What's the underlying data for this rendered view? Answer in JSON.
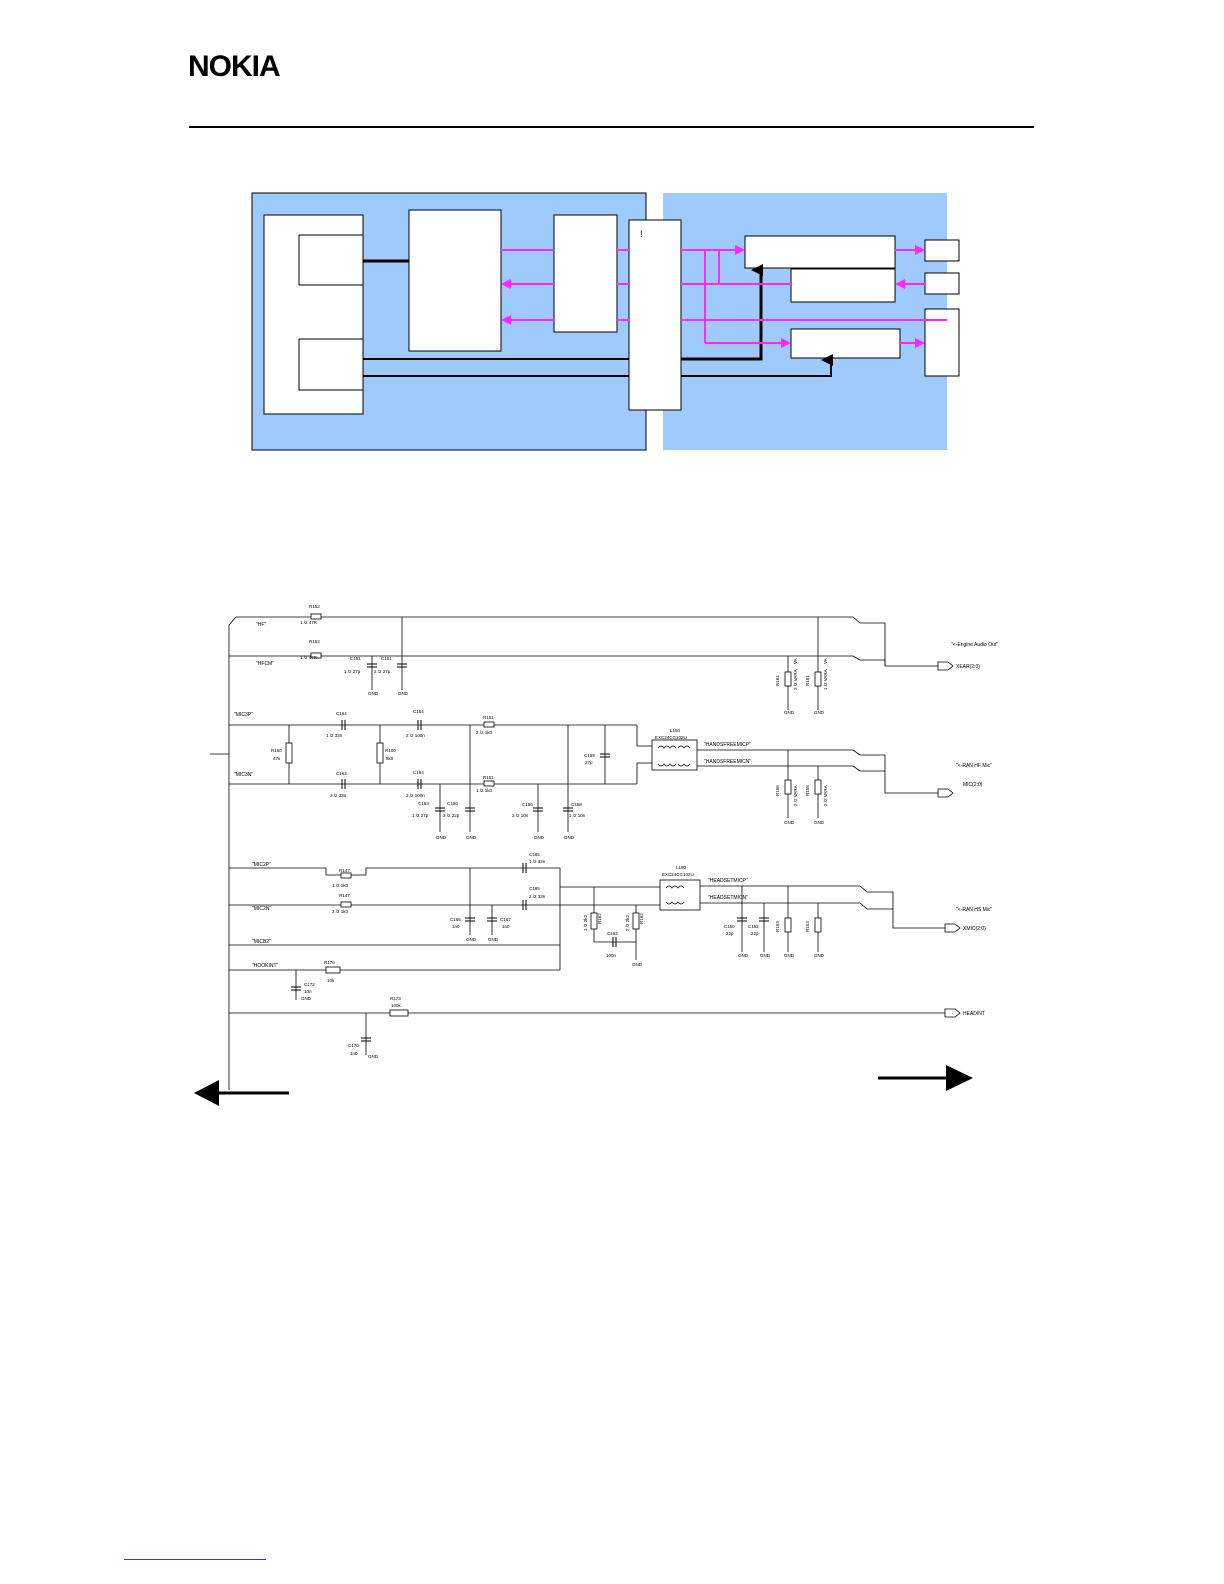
{
  "header": {
    "logo_text": "NOKIA"
  },
  "colors": {
    "panel_blue": "#9ecbfb",
    "signal_magenta": "#ff26ff",
    "wire_black": "#000000",
    "footer_link": "#2b3fd6"
  },
  "block_diagram": {
    "mux_label": "!"
  },
  "schematic": {
    "nets": {
      "hf": "\"HF\"",
      "hfcm": "\"HFCM\"",
      "mic3p": "\"MIC3P\"",
      "mic3n": "\"MIC3N\"",
      "mic2p": "\"MIC2P\"",
      "mic2n": "\"MIC2N\"",
      "micb2": "\"MICB2\"",
      "hookint": "\"HOOKINT\"",
      "handsfreemicp": "\"HANDSFREEMICP\"",
      "handsfreemicn": "\"HANDSFREEMICN\"",
      "headsetmicp": "\"HEADSETMICP\"",
      "headsetmicn": "\"HEADSETMICN\""
    },
    "ports": {
      "engine_audio_out": "\"<-Engine Audio Out\"",
      "xear": "XEAR(2:0)",
      "rah_hf_mic": "\"<-RAN HF Mic\"",
      "mic_2_0": "MIC(2:0)",
      "rah_hs_mic": "\"<-RAN HS Mic\"",
      "xmic_2_0": "XMIC(2:0)",
      "headint": "HEADINT"
    },
    "parts": {
      "r152_a": "R152",
      "r152_a_val": "1 /2 47R",
      "r152_b": "R152",
      "r152_b_val": "1 /2 47R",
      "c151_a": "C151",
      "c151_a_val": "1 /2 27p",
      "c151_b": "C151",
      "c151_b_val": "2 /2 27p",
      "r161_a": "R161",
      "r161_b": "R161",
      "v_a": "VA",
      "v_b": "VA",
      "varistor_a": "2 /2 VARA",
      "varistor_b": "1 /2 VARA",
      "c164_a": "C164",
      "c164_a_val": "1 /2 33n",
      "c164_b": "C164",
      "c164_b_val": "2 /2 33n",
      "c154_a": "C154",
      "c154_a_val": "2 /2 100n",
      "c154_b": "C154",
      "c154_b_val": "2 /2 100n",
      "r151_a": "R151",
      "r151_a_val": "2 /2 1k0",
      "r151_b": "R151",
      "r151_b_val": "1 /2 1k0",
      "r160": "R160",
      "r160_val": "47k",
      "r100": "R100",
      "r100_val": "8k0",
      "c159": "C159",
      "c159_val": "27p",
      "c153": "C153",
      "c153_val": "1 /2 27p",
      "c150": "C150",
      "c150_val": "2 /2 22p",
      "c156": "C156",
      "c156_val": "2 /2 10n",
      "c158": "C158",
      "c158_val": "1 /2 10n",
      "l150": "L150",
      "l150_part": "EXC24CG102U",
      "r156": "R156",
      "r156_val": "2 /2 VARA",
      "r158": "R158",
      "r158_val": "2 /2 VARA",
      "c165_a": "C165",
      "c165_a_val": "1 /2 33n",
      "c165_b": "C165",
      "c165_b_val": "2 /2 33n",
      "r147_a": "R147",
      "r147_a_val": "1 /2 1k0",
      "r147_b": "R147",
      "r147_b_val": "2 /2 1k0",
      "l180": "L180",
      "l180_part": "EXC24CG102U",
      "c166": "C166",
      "c166_val": "1n0",
      "c167": "C167",
      "c167_val": "1n0",
      "r162_a": "R162",
      "r162_a_val": "1 /2 2k2",
      "r162_b": "R162",
      "r162_b_val": "2 /2 2k2",
      "c163": "C163",
      "c163_val": "100n",
      "c150b": "C150",
      "c150b_val": "22p",
      "c152": "C152",
      "c152_val": "22p",
      "r153_a": "R153",
      "r153_b": "R153",
      "r176": "R176",
      "r176_val": "10k",
      "c172": "C172",
      "c172_val": "10n",
      "r173": "R173",
      "r173_val": "100k",
      "c170": "C170",
      "c170_val": "1n0"
    },
    "gnd": "GND"
  }
}
